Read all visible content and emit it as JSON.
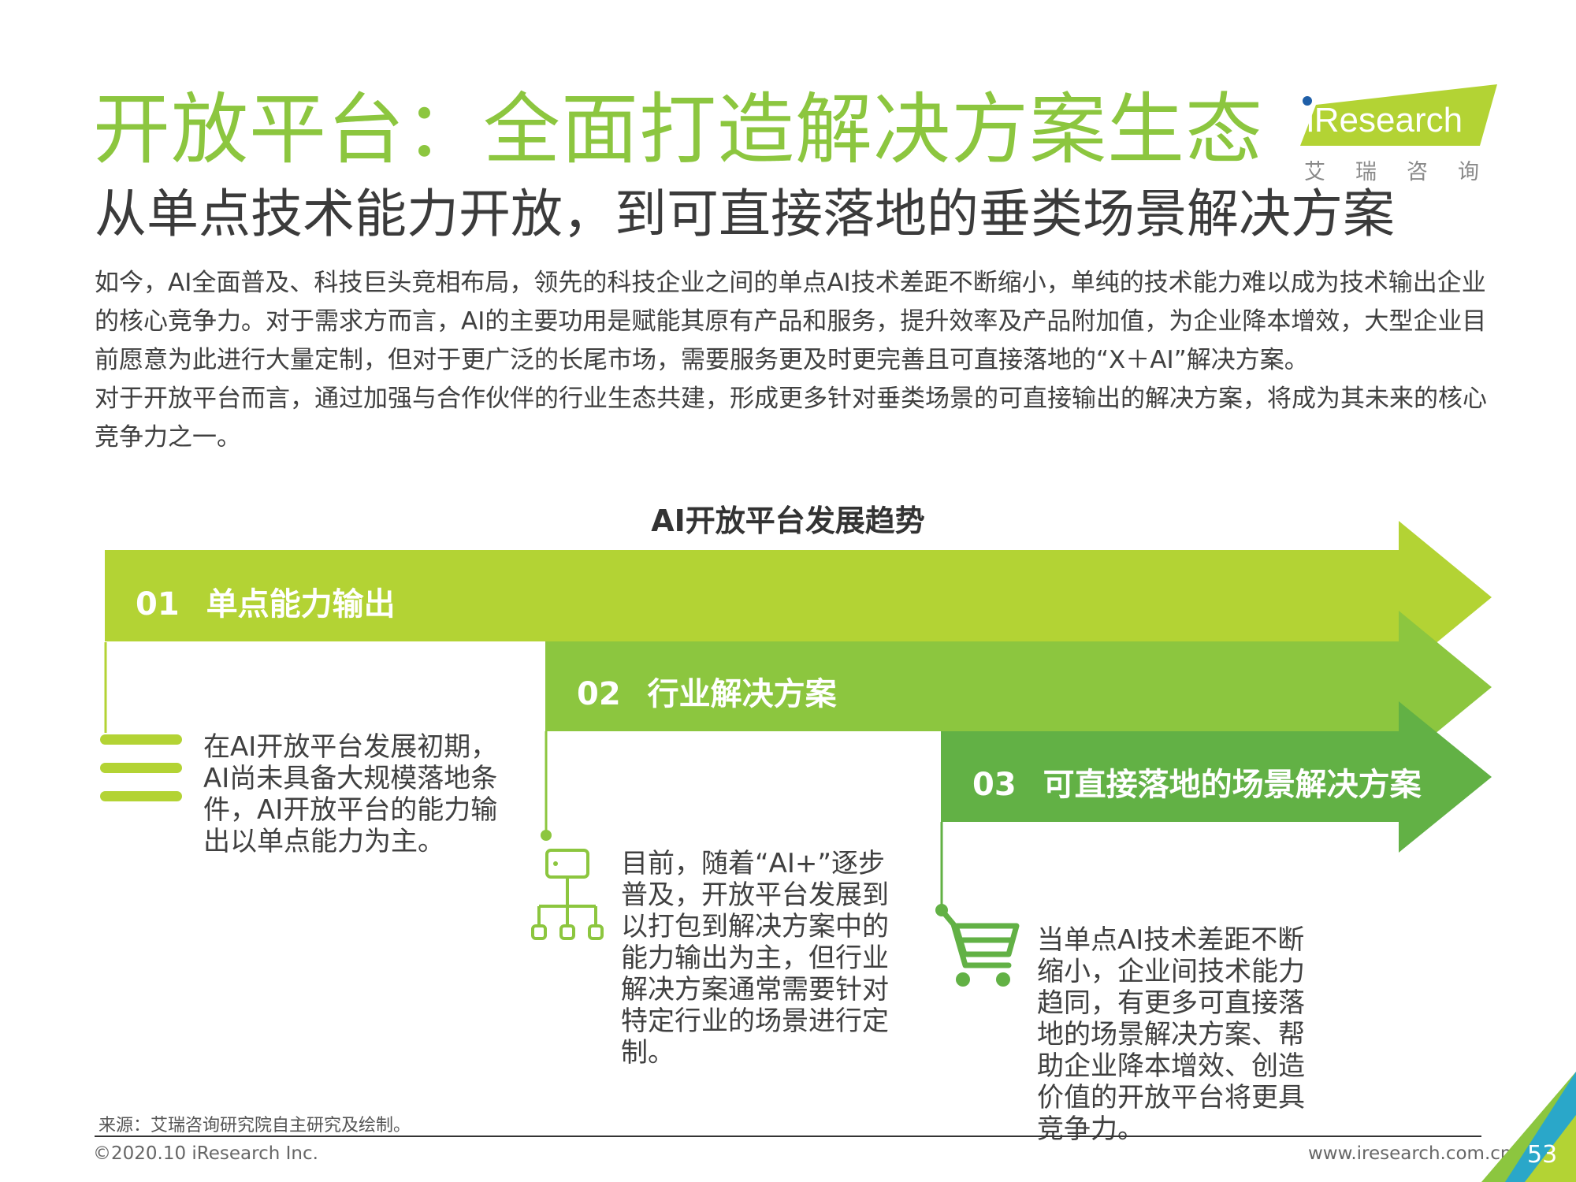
{
  "header": {
    "title": "开放平台：全面打造解决方案生态",
    "subtitle": "从单点技术能力开放，到可直接落地的垂类场景解决方案"
  },
  "logo": {
    "brand_name": "iResearch",
    "chinese_name": "艾瑞咨询"
  },
  "body": {
    "paragraphs": [
      "如今，AI全面普及、科技巨头竞相布局，领先的科技企业之间的单点AI技术差距不断缩小，单纯的技术能力难以成为技术输出企业的核心竞争力。对于需求方而言，AI的主要功用是赋能其原有产品和服务，提升效率及产品附加值，为企业降本增效，大型企业目前愿意为此进行大量定制，但对于更广泛的长尾市场，需要服务更及时更完善且可直接落地的“X＋AI”解决方案。",
      "对于开放平台而言，通过加强与合作伙伴的行业生态共建，形成更多针对垂类场景的可直接输出的解决方案，将成为其未来的核心竞争力之一。"
    ]
  },
  "diagram": {
    "title": "AI开放平台发展趋势",
    "steps": [
      {
        "number": "01",
        "label": "单点能力输出",
        "description": "在AI开放平台发展初期，AI尚未具备大规模落地条件，AI开放平台的能力输出以单点能力为主。",
        "icon": "menu-lines-icon",
        "color": "#b3d334"
      },
      {
        "number": "02",
        "label": "行业解决方案",
        "description": "目前，随着“AI+”逐步普及，开放平台发展到以打包到解决方案中的能力输出为主，但行业解决方案通常需要针对特定行业的场景进行定制。",
        "icon": "hierarchy-icon",
        "color": "#8cc63f"
      },
      {
        "number": "03",
        "label": "可直接落地的场景解决方案",
        "description": "当单点AI技术差距不断缩小，企业间技术能力趋同，有更多可直接落地的场景解决方案、帮助企业降本增效、创造价值的开放平台将更具竞争力。",
        "icon": "shopping-cart-icon",
        "color": "#62b145"
      }
    ]
  },
  "footer": {
    "source": "来源：艾瑞咨询研究院自主研究及绘制。",
    "copyright": "©2020.10 iResearch Inc.",
    "website": "www.iresearch.com.cn",
    "page_number": "53"
  },
  "colors": {
    "title_green": "#8cc63f",
    "arrow1": "#b3d334",
    "arrow2": "#8cc63f",
    "arrow3": "#62b145",
    "icon_green": "#8cc63f"
  }
}
